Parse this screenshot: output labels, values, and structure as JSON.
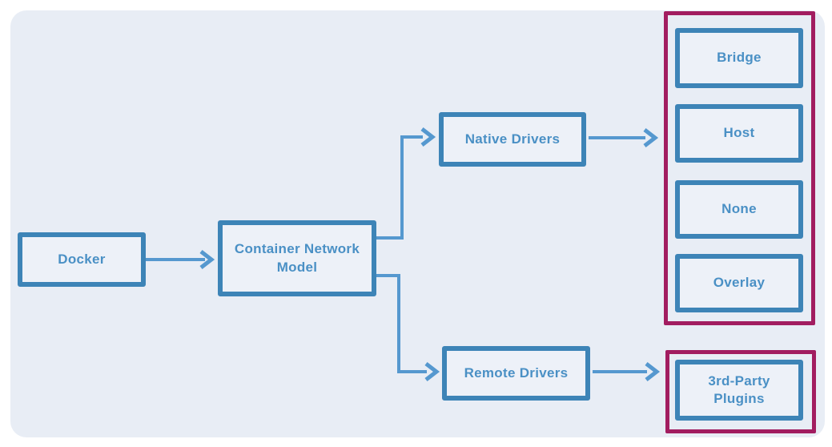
{
  "diagram": {
    "nodes": {
      "docker": {
        "label": "Docker"
      },
      "cnm": {
        "label": "Container Network Model"
      },
      "native": {
        "label": "Native Drivers"
      },
      "remote": {
        "label": "Remote Drivers"
      },
      "bridge": {
        "label": "Bridge"
      },
      "host": {
        "label": "Host"
      },
      "none": {
        "label": "None"
      },
      "overlay": {
        "label": "Overlay"
      },
      "plugins": {
        "label": "3rd-Party Plugins"
      }
    },
    "edges": [
      {
        "from": "Docker",
        "to": "Container Network Model"
      },
      {
        "from": "Container Network Model",
        "to": "Native Drivers"
      },
      {
        "from": "Container Network Model",
        "to": "Remote Drivers"
      },
      {
        "from": "Native Drivers",
        "to": "Native drivers group (Bridge, Host, None, Overlay)"
      },
      {
        "from": "Remote Drivers",
        "to": "Remote drivers group (3rd-Party Plugins)"
      }
    ],
    "colors": {
      "page_background": "#ffffff",
      "panel_background": "#e8edf5",
      "node_border": "#3d84b7",
      "node_fill": "#edf1f8",
      "label_text": "#4a90c5",
      "connector": "#5598cf",
      "group_border": "#a21d60"
    }
  }
}
